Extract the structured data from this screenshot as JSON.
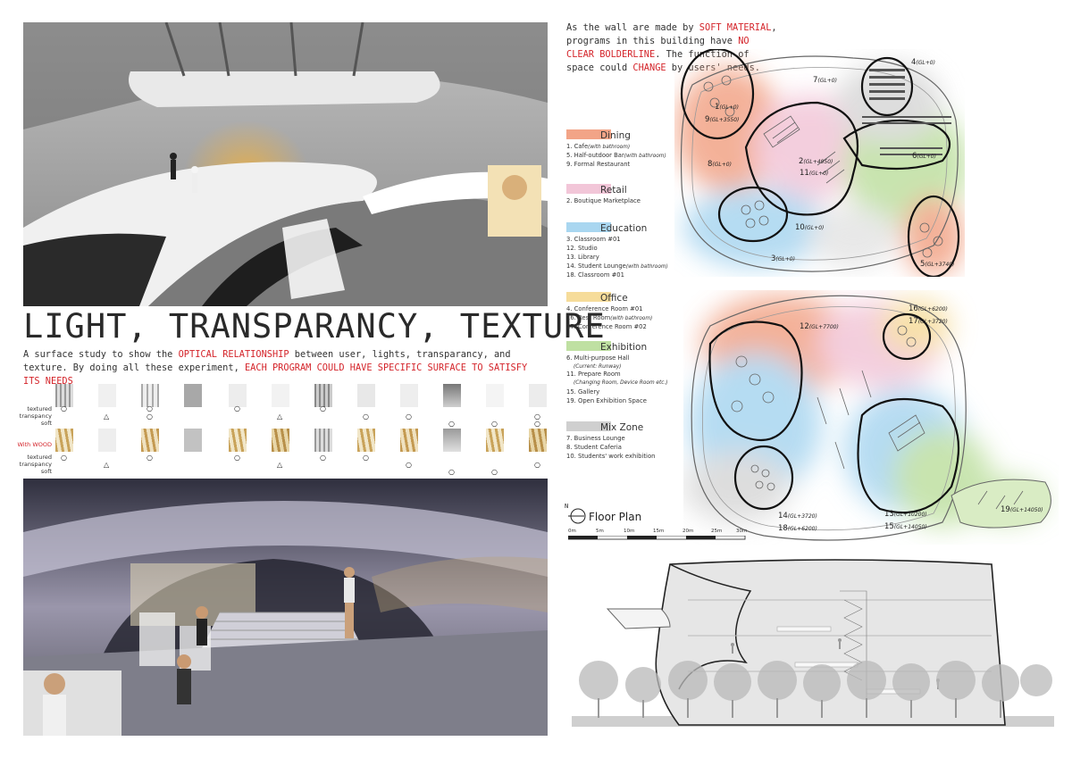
{
  "title": "LIGHT, TRANSPARANCY, TEXTURE",
  "description": {
    "part1": "A surface study to show the ",
    "highlight1": "OPTICAL RELATIONSHIP",
    "part2": " between user, lights, transparancy, and texture. By doing all these experiment, ",
    "highlight2": "EACH PROGRAM COULD HAVE SPECIFIC SURFACE TO SATISFY ITS NEEDS"
  },
  "intro": {
    "part1": "As the wall are made by ",
    "highlight1": "SOFT MATERIAL",
    "part2": ", programs in this building have ",
    "highlight2": "NO CLEAR BOLDERLINE",
    "part3": ". The function of space could ",
    "highlight3": "CHANGE",
    "part4": " by users' needs."
  },
  "study_rows": {
    "row1_labels": [
      "textured",
      "transpancy",
      "soft"
    ],
    "row2_accent": "With WOOD",
    "row2_labels": [
      "textured",
      "transpancy",
      "soft"
    ]
  },
  "legend": [
    {
      "title": "Dining",
      "color": "#f2a487",
      "items": [
        {
          "text": "1. Cafe",
          "note": "(with bathroom)"
        },
        {
          "text": "5. Half-outdoor Bar",
          "note": "(with bathroom)"
        },
        {
          "text": "9. Formal Restaurant",
          "note": ""
        }
      ]
    },
    {
      "title": "Retail",
      "color": "#f2c6d8",
      "items": [
        {
          "text": "2. Boutique Marketplace",
          "note": ""
        }
      ]
    },
    {
      "title": "Education",
      "color": "#a9d6f0",
      "items": [
        {
          "text": "3. Classroom #01",
          "note": ""
        },
        {
          "text": "12. Studio",
          "note": ""
        },
        {
          "text": "13. Library",
          "note": ""
        },
        {
          "text": "14. Student Lounge",
          "note": "(with bathroom)"
        },
        {
          "text": "18. Classroom #01",
          "note": ""
        }
      ]
    },
    {
      "title": "Office",
      "color": "#f6dc9a",
      "items": [
        {
          "text": "4. Conference Room #01",
          "note": ""
        },
        {
          "text": "16. Rest Room",
          "note": "(with bathroom)"
        },
        {
          "text": "17. Conference Room #02",
          "note": ""
        }
      ]
    },
    {
      "title": "Exhibition",
      "color": "#bfe0a2",
      "items": [
        {
          "text": "6. Multi-purpose Hall",
          "note": ""
        },
        {
          "text": "",
          "note": "(Current: Runway)"
        },
        {
          "text": "11. Prepare Room",
          "note": ""
        },
        {
          "text": "",
          "note": "(Changing Room, Device Room etc.)"
        },
        {
          "text": "15. Gallery",
          "note": ""
        },
        {
          "text": "19. Open Exhibition Space",
          "note": ""
        }
      ]
    },
    {
      "title": "Mix Zone",
      "color": "#cfcfcf",
      "items": [
        {
          "text": "7. Business Lounge",
          "note": ""
        },
        {
          "text": "8. Student Caferia",
          "note": ""
        },
        {
          "text": "10. Students' work exhibition",
          "note": ""
        }
      ]
    }
  ],
  "plan_upper_labels": [
    {
      "num": "1",
      "gl": "(GL+0)"
    },
    {
      "num": "9",
      "gl": "(GL+3550)"
    },
    {
      "num": "7",
      "gl": "(GL+0)"
    },
    {
      "num": "4",
      "gl": "(GL+0)"
    },
    {
      "num": "8",
      "gl": "(GL+0)"
    },
    {
      "num": "2",
      "gl": "(GL+4950)"
    },
    {
      "num": "11",
      "gl": "(GL+0)"
    },
    {
      "num": "6",
      "gl": "(GL+0)"
    },
    {
      "num": "10",
      "gl": "(GL+0)"
    },
    {
      "num": "3",
      "gl": "(GL+0)"
    },
    {
      "num": "5",
      "gl": "(GL+3740)"
    }
  ],
  "plan_lower_labels": [
    {
      "num": "12",
      "gl": "(GL+7700)"
    },
    {
      "num": "16",
      "gl": "(GL+6200)"
    },
    {
      "num": "17",
      "gl": "(GL+3720)"
    },
    {
      "num": "14",
      "gl": "(GL+3720)"
    },
    {
      "num": "18",
      "gl": "(GL+6200)"
    },
    {
      "num": "13",
      "gl": "(GL+10200)"
    },
    {
      "num": "15",
      "gl": "(GL+14050)"
    },
    {
      "num": "19",
      "gl": "(GL+14050)"
    }
  ],
  "floor_plan": {
    "title": "Floor Plan",
    "north": "N",
    "scale": [
      "0m",
      "5m",
      "10m",
      "15m",
      "20m",
      "25m",
      "30m"
    ]
  }
}
